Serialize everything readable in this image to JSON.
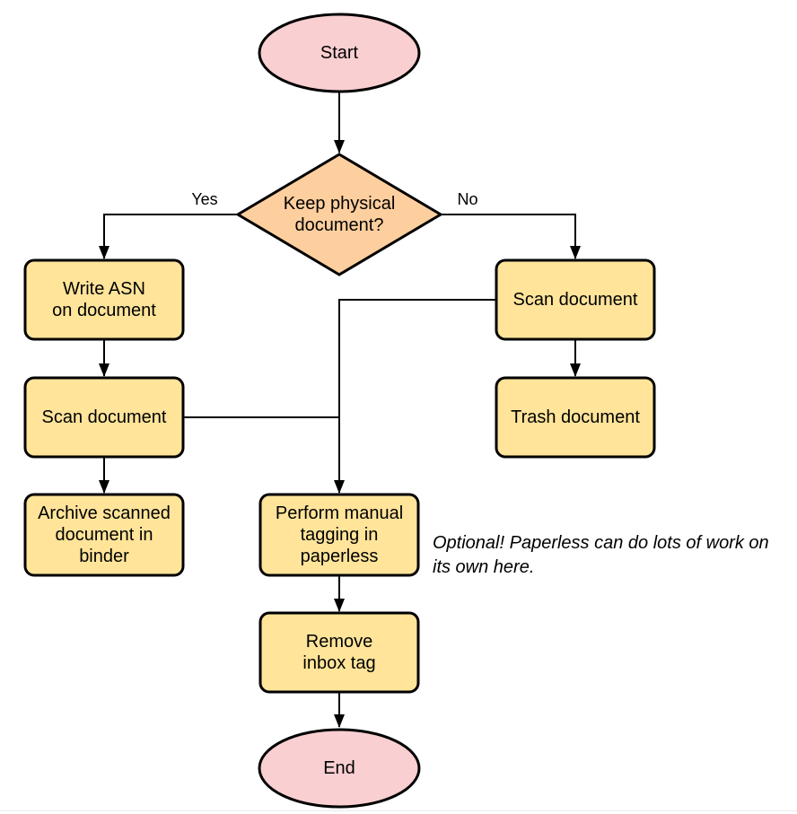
{
  "colors": {
    "background": "#ffffff",
    "terminal-fill": "#f9cfd1",
    "decision-fill": "#fecf9e",
    "process-fill": "#ffe49a",
    "shape-stroke": "#000000",
    "text": "#000000",
    "bottom-border": "#e8eaec"
  },
  "diagram": {
    "type": "flowchart",
    "nodes": {
      "start": {
        "label": "Start",
        "shape": "ellipse"
      },
      "decision": {
        "label": "Keep physical\ndocument?",
        "shape": "diamond"
      },
      "write_asn": {
        "label": "Write ASN\non document",
        "shape": "rect"
      },
      "scan_left": {
        "label": "Scan document",
        "shape": "rect"
      },
      "archive": {
        "label": "Archive scanned\ndocument in\nbinder",
        "shape": "rect"
      },
      "scan_right": {
        "label": "Scan document",
        "shape": "rect"
      },
      "trash": {
        "label": "Trash document",
        "shape": "rect"
      },
      "tagging": {
        "label": "Perform manual\ntagging in\npaperless",
        "shape": "rect"
      },
      "remove_inbox": {
        "label": "Remove\ninbox tag",
        "shape": "rect"
      },
      "end": {
        "label": "End",
        "shape": "ellipse"
      }
    },
    "edge_labels": {
      "yes": "Yes",
      "no": "No"
    },
    "edges": [
      "start -> decision",
      "decision -Yes-> write_asn",
      "decision -No-> scan_right",
      "write_asn -> scan_left",
      "scan_left -> archive",
      "scan_left -> tagging",
      "scan_right -> trash",
      "scan_right -> tagging",
      "tagging -> remove_inbox",
      "remove_inbox -> end"
    ],
    "annotation": {
      "text": "Optional! Paperless can do lots of work on\nits own here."
    }
  }
}
